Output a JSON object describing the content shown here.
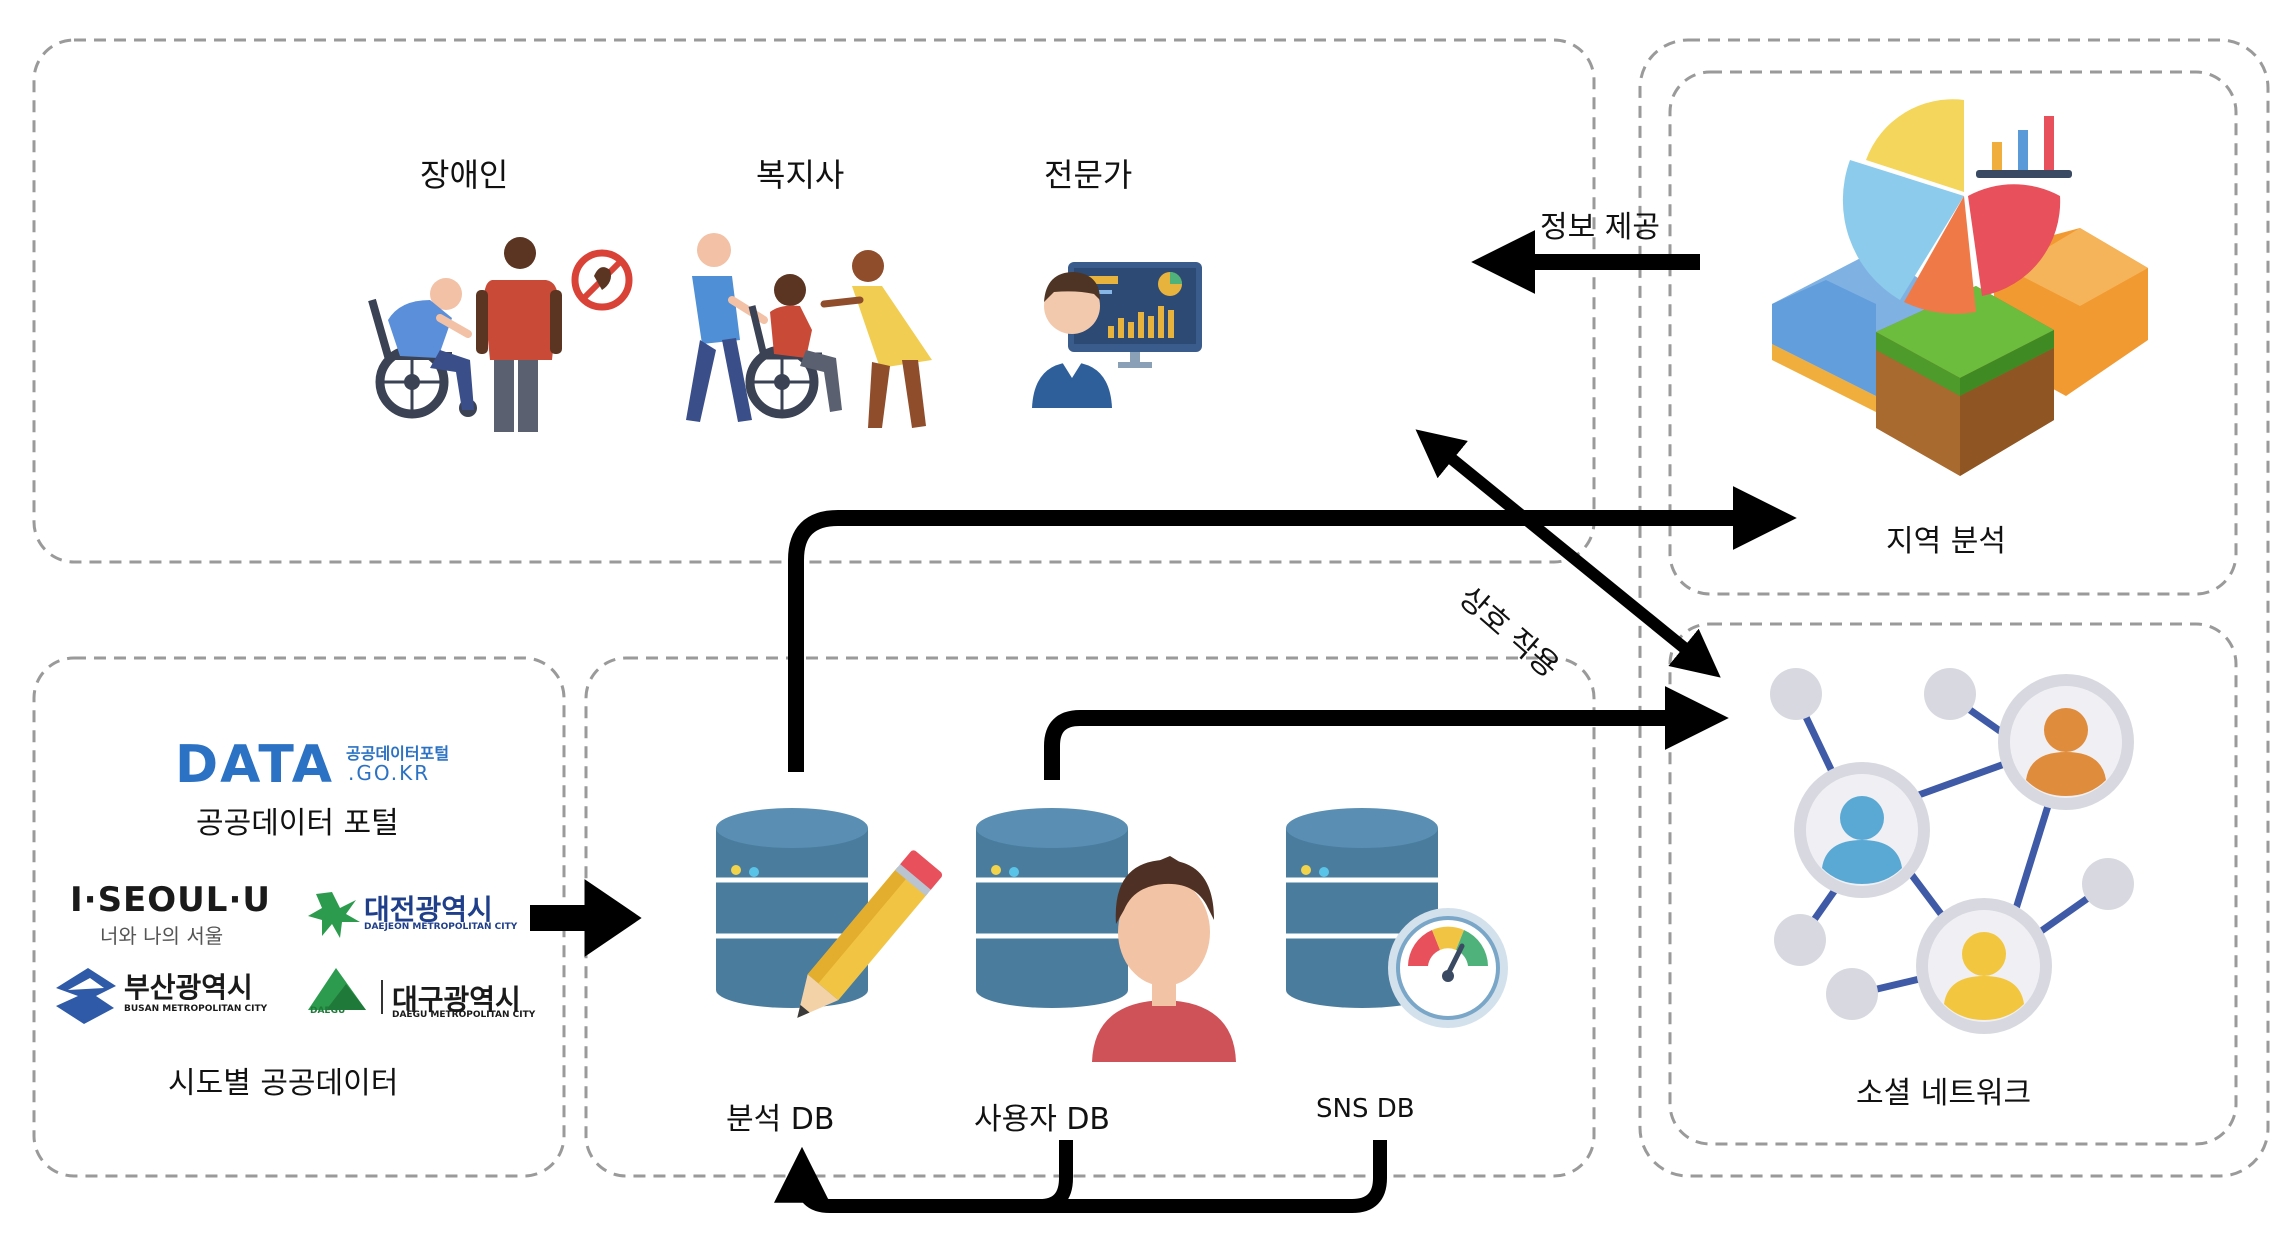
{
  "roles": {
    "disabled": "장애인",
    "social_worker": "복지사",
    "expert": "전문가"
  },
  "flows": {
    "info_provide": "정보 제공",
    "interaction": "상호 작용"
  },
  "regional_analysis": {
    "label": "지역 분석"
  },
  "social_network": {
    "label": "소셜 네트워크"
  },
  "public_data": {
    "portal_logo": {
      "main": "DATA",
      "sub_top": "공공데이터포털",
      "sub_bottom": ".GO.KR"
    },
    "portal_label": "공공데이터 포털",
    "seoul_logo": {
      "main": "I·SEOUL·U",
      "sub": "너와 나의 서울"
    },
    "daejeon_logo": {
      "main": "대전광역시",
      "sub": "DAEJEON METROPOLITAN CITY"
    },
    "busan_logo": {
      "main": "부산광역시",
      "sub": "BUSAN METROPOLITAN CITY"
    },
    "daegu_logo": {
      "main": "대구광역시",
      "sub": "DAEGU METROPOLITAN CITY",
      "mark": "DAEGU"
    },
    "regional_label": "시도별 공공데이터"
  },
  "databases": {
    "analysis": "분석 DB",
    "user": "사용자 DB",
    "sns": "SNS DB"
  },
  "colors": {
    "db_body": "#4a7c9e",
    "db_top": "#5a8fb3",
    "arrow": "#000000",
    "dash_border": "#9a9a9a"
  }
}
